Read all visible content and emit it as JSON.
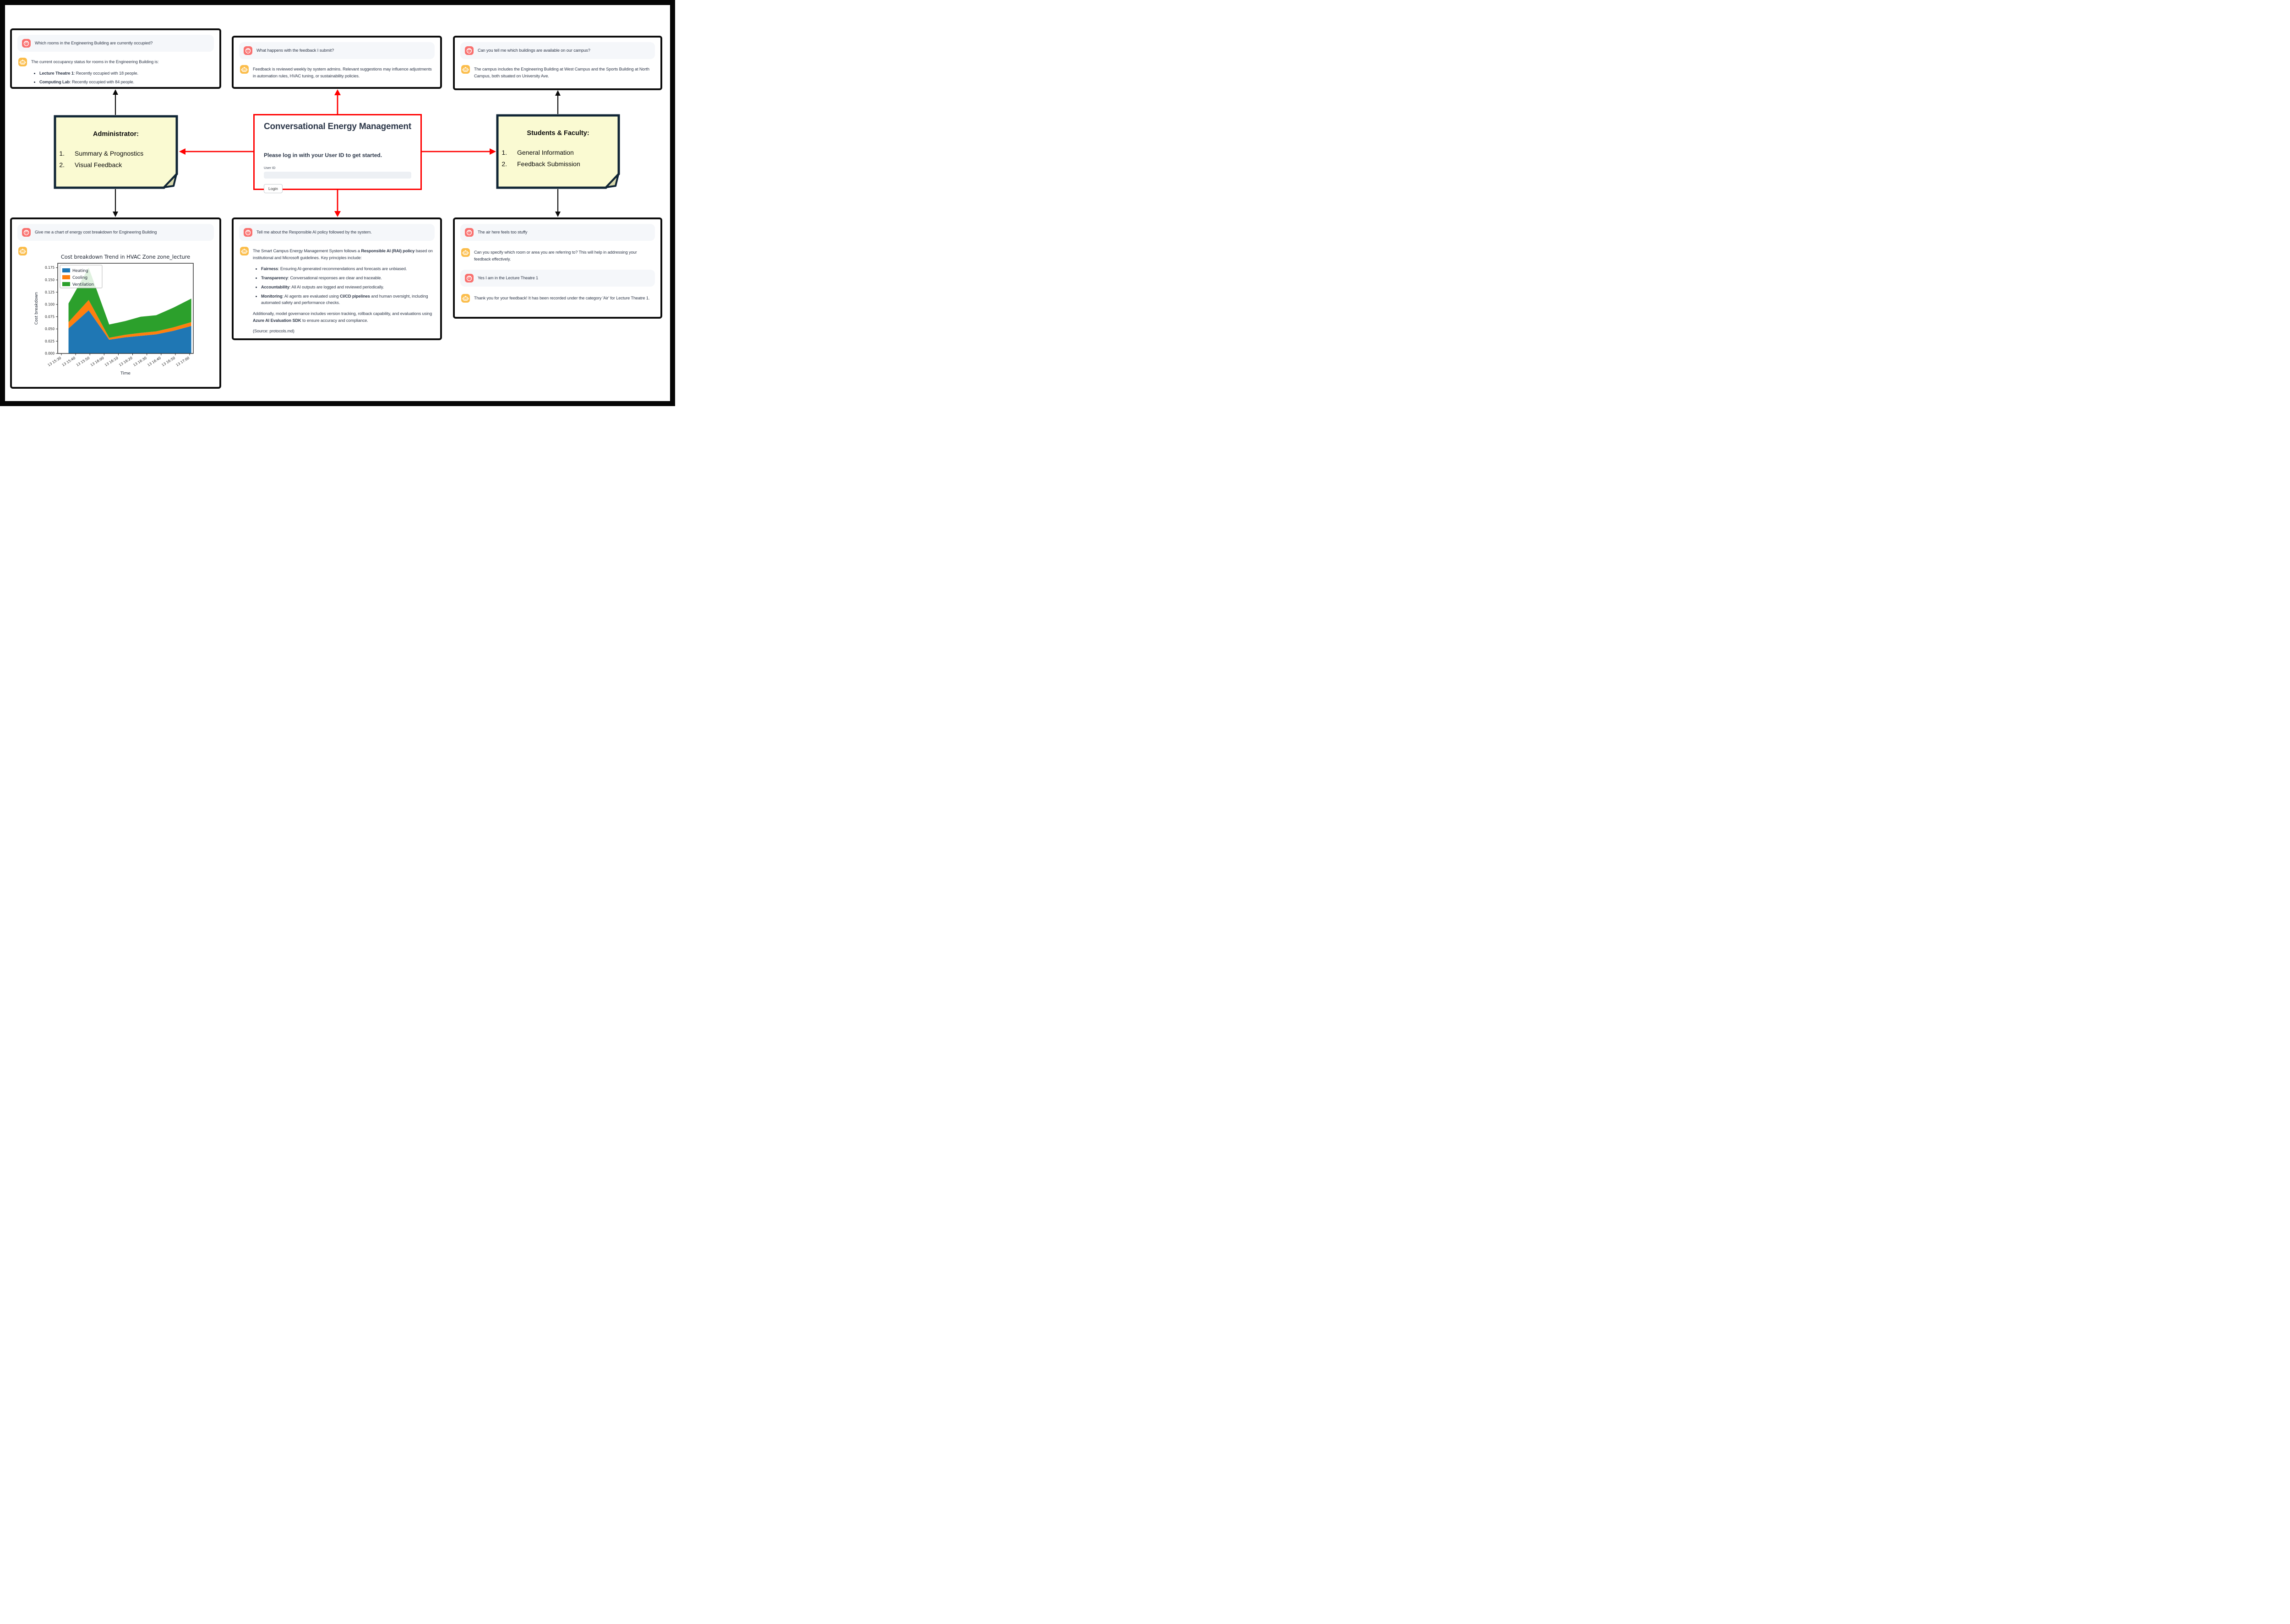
{
  "colors": {
    "user_icon": "#F9706E",
    "bot_icon": "#FBBD4B",
    "note_bg": "#FAFAD2",
    "note_fold": "#D9D9AD",
    "note_border": "#102535",
    "arrow_red": "#FF0000",
    "arrow_black": "#0B0B0B",
    "box_border": "#0D0D0D",
    "bubble_bg": "#F5F7FA",
    "text": "#2E3748"
  },
  "center": {
    "title": "Conversational Energy Management",
    "subtitle": "Please log in with your User ID to get started.",
    "user_id_label": "User ID",
    "user_id_value": "",
    "login_label": "Login"
  },
  "notes": {
    "admin": {
      "title": "Administrator:",
      "items": [
        {
          "num": "1.",
          "label": "Summary & Prognostics"
        },
        {
          "num": "2.",
          "label": "Visual Feedback"
        }
      ]
    },
    "students": {
      "title": "Students & Faculty:",
      "items": [
        {
          "num": "1.",
          "label": "General Information"
        },
        {
          "num": "2.",
          "label": "Feedback Submission"
        }
      ]
    }
  },
  "boxes": {
    "top_left": {
      "messages": [
        {
          "role": "user",
          "lead": [
            {
              "t": "Which rooms in the Engineering Building are currently occupied?"
            }
          ]
        },
        {
          "role": "bot",
          "lead": [
            {
              "t": "The current occupancy status for rooms in the Engineering Building is:"
            }
          ],
          "bullets": [
            [
              {
                "b": "Lecture Theatre 1"
              },
              {
                "t": ": Recently occupied with 18 people."
              }
            ],
            [
              {
                "b": "Computing Lab"
              },
              {
                "t": ": Recently occupied with 84 people."
              }
            ]
          ]
        }
      ]
    },
    "top_center": {
      "messages": [
        {
          "role": "user",
          "lead": [
            {
              "t": "What happens with the feedback I submit?"
            }
          ]
        },
        {
          "role": "bot",
          "lead": [
            {
              "t": "Feedback is reviewed weekly by system admins. Relevant suggestions may influence adjustments in automation rules, HVAC tuning, or sustainability policies."
            }
          ]
        }
      ]
    },
    "top_right": {
      "messages": [
        {
          "role": "user",
          "lead": [
            {
              "t": "Can you tell me which buildings are available on our campus?"
            }
          ]
        },
        {
          "role": "bot",
          "lead": [
            {
              "t": "The campus includes the Engineering Building at West Campus and the Sports Building at North Campus, both situated on University Ave."
            }
          ]
        }
      ]
    },
    "bottom_left": {
      "messages": [
        {
          "role": "user",
          "lead": [
            {
              "t": "Give me a chart of energy cost breakdown for Engineering Building"
            }
          ]
        },
        {
          "role": "bot",
          "chart": true
        }
      ]
    },
    "bottom_center": {
      "messages": [
        {
          "role": "user",
          "lead": [
            {
              "t": "Tell me about the Responsible AI policy followed by the system."
            }
          ]
        },
        {
          "role": "bot",
          "lead": [
            {
              "t": "The Smart Campus Energy Management System follows a "
            },
            {
              "b": "Responsible AI (RAI) policy"
            },
            {
              "t": " based on institutional and Microsoft guidelines. Key principles include:"
            }
          ],
          "bullets": [
            [
              {
                "b": "Fairness"
              },
              {
                "t": ": Ensuring AI-generated recommendations and forecasts are unbiased."
              }
            ],
            [
              {
                "b": "Transparency"
              },
              {
                "t": ": Conversational responses are clear and traceable."
              }
            ],
            [
              {
                "b": "Accountability"
              },
              {
                "t": ": All AI outputs are logged and reviewed periodically."
              }
            ],
            [
              {
                "b": "Monitoring"
              },
              {
                "t": ": AI agents are evaluated using "
              },
              {
                "b": "CI/CD pipelines"
              },
              {
                "t": " and human oversight, including automated safety and performance checks."
              }
            ]
          ],
          "tail": [
            [
              {
                "t": "Additionally, model governance includes version tracking, rollback capability, and evaluations using "
              },
              {
                "b": "Azure AI Evaluation SDK"
              },
              {
                "t": " to ensure accuracy and compliance."
              }
            ],
            [
              {
                "t": "(Source: protocols.md)"
              }
            ]
          ]
        }
      ]
    },
    "bottom_right": {
      "messages": [
        {
          "role": "user",
          "lead": [
            {
              "t": "The air here feels too stuffy"
            }
          ]
        },
        {
          "role": "bot",
          "lead": [
            {
              "t": "Can you specify which room or area you are referring to? This will help in addressing your feedback effectively."
            }
          ]
        },
        {
          "role": "user",
          "lead": [
            {
              "t": "Yes I am in the Lecture Theatre 1"
            }
          ]
        },
        {
          "role": "bot",
          "lead": [
            {
              "t": "Thank you for your feedback! It has been recorded under the category 'Air' for Lecture Theatre 1."
            }
          ]
        }
      ]
    }
  },
  "chart_data": {
    "type": "area",
    "stacked": true,
    "title": "Cost breakdown Trend in HVAC Zone zone_lecture",
    "xlabel": "Time",
    "ylabel": "Cost breakdown",
    "ylim": [
      0,
      0.184
    ],
    "grid": false,
    "legend_position": "upper left",
    "yticks": [
      "0.000",
      "0.025",
      "0.050",
      "0.075",
      "0.100",
      "0.125",
      "0.150",
      "0.175"
    ],
    "xticklabels": [
      "13 15:30",
      "13 15:40",
      "13 15:50",
      "13 16:00",
      "13 16:10",
      "13 16:20",
      "13 16:30",
      "13 16:40",
      "13 16:50",
      "13 17:00"
    ],
    "x_frac": [
      0.041,
      0.197,
      0.356,
      0.48,
      0.6,
      0.72,
      0.85,
      0.992
    ],
    "series": [
      {
        "name": "Heating",
        "color": "#1f77b4",
        "values": [
          0.051,
          0.088,
          0.028,
          0.033,
          0.036,
          0.039,
          0.046,
          0.056
        ]
      },
      {
        "name": "Cooling",
        "color": "#ff7f0e",
        "values": [
          0.013,
          0.021,
          0.004,
          0.005,
          0.006,
          0.006,
          0.007,
          0.008
        ]
      },
      {
        "name": "Ventilation",
        "color": "#2ca02c",
        "values": [
          0.038,
          0.066,
          0.027,
          0.028,
          0.033,
          0.033,
          0.04,
          0.048
        ]
      }
    ]
  }
}
